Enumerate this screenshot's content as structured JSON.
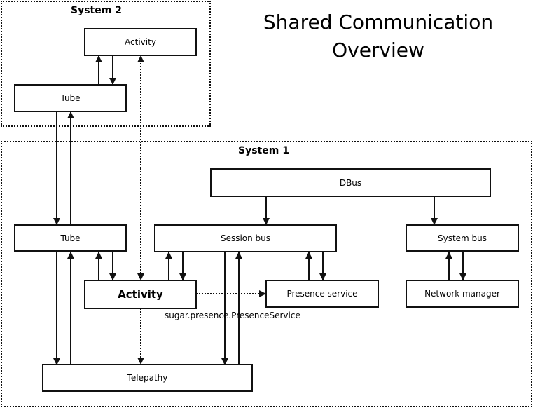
{
  "title": {
    "line1": "Shared Communication",
    "line2": "Overview"
  },
  "groups": {
    "system2": {
      "label": "System 2"
    },
    "system1": {
      "label": "System 1"
    }
  },
  "nodes": {
    "s2_activity": "Activity",
    "s2_tube": "Tube",
    "s1_tube": "Tube",
    "dbus": "DBus",
    "session_bus": "Session bus",
    "system_bus": "System bus",
    "s1_activity": "Activity",
    "presence_service": "Presence service",
    "network_manager": "Network manager",
    "telepathy": "Telepathy"
  },
  "edge_labels": {
    "activity_to_presence": "sugar.presence.PresenceService"
  },
  "edges": [
    {
      "from": "s2_tube",
      "to": "s2_activity",
      "style": "solid"
    },
    {
      "from": "s2_activity",
      "to": "s2_tube",
      "style": "solid"
    },
    {
      "from": "s2_tube",
      "to": "s1_tube",
      "style": "solid"
    },
    {
      "from": "s1_tube",
      "to": "s2_tube",
      "style": "solid"
    },
    {
      "from": "s1_activity",
      "to": "s2_activity",
      "style": "dotted"
    },
    {
      "from": "dbus",
      "to": "session_bus",
      "style": "solid"
    },
    {
      "from": "dbus",
      "to": "system_bus",
      "style": "solid"
    },
    {
      "from": "s1_tube",
      "to": "telepathy",
      "style": "solid"
    },
    {
      "from": "telepathy",
      "to": "s1_tube",
      "style": "solid"
    },
    {
      "from": "s1_activity",
      "to": "s1_tube",
      "style": "solid"
    },
    {
      "from": "s1_tube",
      "to": "s1_activity",
      "style": "solid"
    },
    {
      "from": "s1_activity",
      "to": "session_bus",
      "style": "solid"
    },
    {
      "from": "session_bus",
      "to": "s1_activity",
      "style": "solid"
    },
    {
      "from": "session_bus",
      "to": "telepathy",
      "style": "solid"
    },
    {
      "from": "telepathy",
      "to": "session_bus",
      "style": "solid"
    },
    {
      "from": "presence_service",
      "to": "session_bus",
      "style": "solid"
    },
    {
      "from": "session_bus",
      "to": "presence_service",
      "style": "solid"
    },
    {
      "from": "network_manager",
      "to": "system_bus",
      "style": "solid"
    },
    {
      "from": "system_bus",
      "to": "network_manager",
      "style": "solid"
    },
    {
      "from": "s1_activity",
      "to": "presence_service",
      "style": "dotted",
      "label": "sugar.presence.PresenceService"
    },
    {
      "from": "s1_activity",
      "to": "telepathy",
      "style": "dotted"
    }
  ]
}
